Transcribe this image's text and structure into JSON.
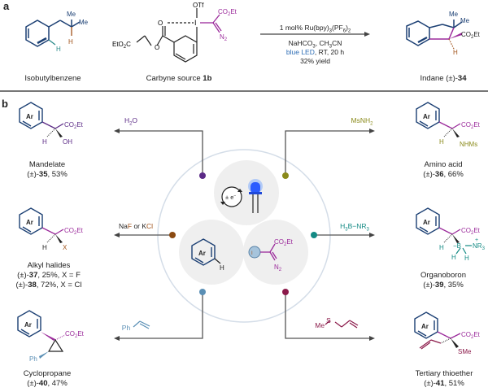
{
  "panel_a": {
    "label": "a",
    "reactant1": {
      "name": "Isobutylbenzene"
    },
    "reactant2": {
      "name_prefix": "Carbyne source ",
      "name_bold": "1b"
    },
    "conditions": {
      "line1": "1 mol% Ru(bpy)3(PF6)2",
      "line2": "NaHCO3, CH3CN",
      "line3_colored": "blue LED",
      "line3_rest": ", RT, 20 h",
      "line4": "32% yield"
    },
    "product": {
      "name_prefix": "Indane (±)-",
      "name_bold": "34"
    }
  },
  "panel_b": {
    "label": "b",
    "center": {
      "electron_label": "± e⁻",
      "arene_label": "Ar",
      "h_label": "H",
      "co2et": "CO2Et",
      "n2": "N2"
    },
    "products": [
      {
        "id": "mandelate",
        "reagent": "H2O",
        "name": "Mandelate",
        "cmpd_prefix": "(±)-",
        "cmpd": "35",
        "yield": ", 53%",
        "substituent": "OH",
        "color": "#5b2a86"
      },
      {
        "id": "amino-acid",
        "reagent": "MsNH2",
        "name": "Amino acid",
        "cmpd_prefix": "(±)-",
        "cmpd": "36",
        "yield": ", 66%",
        "substituent": "NHMs",
        "color": "#8a8a1a"
      },
      {
        "id": "alkyl-halides",
        "reagent_parts": [
          "Na",
          "F",
          " or K",
          "Cl"
        ],
        "name": "Alkyl halides",
        "lines": [
          {
            "cmpd_prefix": "(±)-",
            "cmpd": "37",
            "rest": ", 25%, X = F"
          },
          {
            "cmpd_prefix": "(±)-",
            "cmpd": "38",
            "rest": ", 72%, X = Cl"
          }
        ],
        "substituent": "X",
        "color": "#8b4a12"
      },
      {
        "id": "organoboron",
        "reagent": "H3B–NR3",
        "name": "Organoboron",
        "cmpd_prefix": "(±)-",
        "cmpd": "39",
        "yield": ", 35%",
        "substituent": "B–NR3",
        "color": "#138a84"
      },
      {
        "id": "cyclopropane",
        "reagent": "Ph",
        "name": "Cyclopropane",
        "cmpd_prefix": "(±)-",
        "cmpd": "40",
        "yield": ", 47%",
        "substituent": "Ph",
        "color": "#5a8fb5"
      },
      {
        "id": "tertiary-thioether",
        "reagent": "MeS",
        "name": "Tertiary thioether",
        "cmpd_prefix": "(±)-",
        "cmpd": "41",
        "yield": ", 51%",
        "substituent": "SMe",
        "color": "#8b1a4a"
      }
    ]
  },
  "colors": {
    "arene": "#1b3f73",
    "carbyne": "#9b2a9b",
    "h_orange": "#a0521a",
    "h_teal": "#2a8a8a",
    "blue_led": "#2d6db5",
    "arrow": "#444444",
    "circle_bg": "#efefef",
    "outer_ring": "#d4dde8"
  }
}
